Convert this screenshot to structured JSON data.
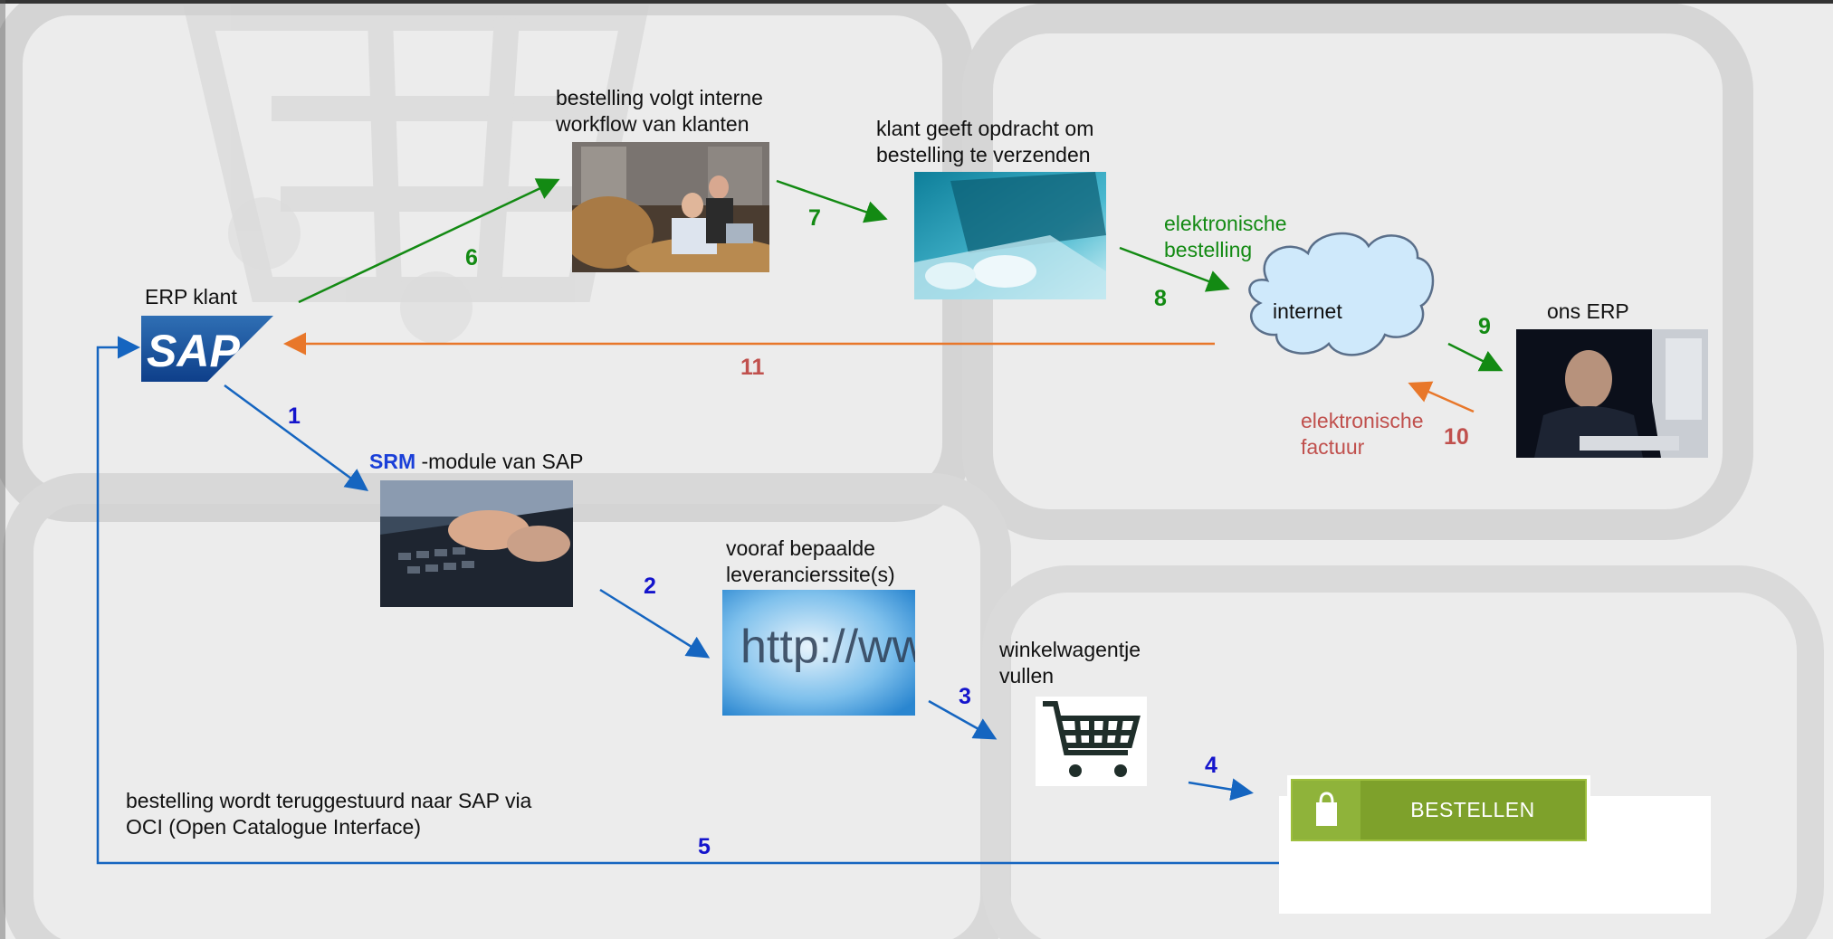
{
  "colors": {
    "blue": "#1565c0",
    "blue_text": "#1414cc",
    "green": "#138a13",
    "orange": "#e8772a",
    "red_text": "#c0504d",
    "srm_blue": "#1a3fd8"
  },
  "labels": {
    "erp_klant": "ERP klant",
    "workflow": "bestelling volgt interne\nworkflow van klanten",
    "klant_opdracht": "klant geeft opdracht om\nbestelling te verzenden",
    "elektronische_bestelling": "elektronische\nbestelling",
    "internet": "internet",
    "ons_erp": "ons ERP",
    "elektronische_factuur": "elektronische\nfactuur",
    "srm_bold": "SRM",
    "srm_rest": " -module van SAP",
    "leveranciers": "vooraf bepaalde\nleverancierssite(s)",
    "winkelwagen": "winkelwagentje\nvullen",
    "oci": "bestelling wordt teruggestuurd naar SAP via\nOCI (Open Catalogue Interface)",
    "bestellen_button": "BESTELLEN",
    "sap_logo": "SAP",
    "http": "http://www"
  },
  "steps": {
    "s1": "1",
    "s2": "2",
    "s3": "3",
    "s4": "4",
    "s5": "5",
    "s6": "6",
    "s7": "7",
    "s8": "8",
    "s9": "9",
    "s10": "10",
    "s11": "11"
  },
  "icons": {
    "sap": "sap-logo-icon",
    "cart": "shopping-cart-icon",
    "bag": "shopping-bag-icon",
    "cloud": "cloud-icon"
  }
}
